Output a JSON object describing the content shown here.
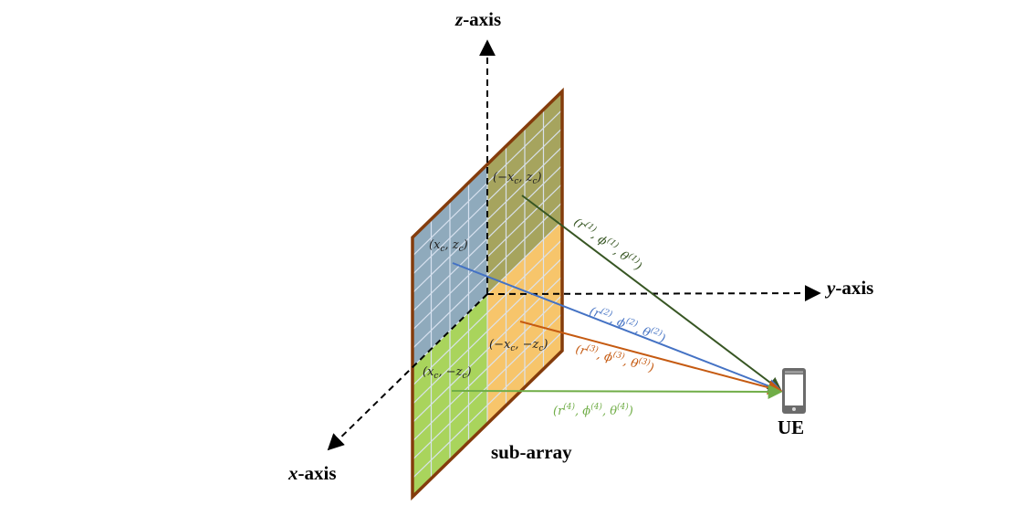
{
  "axes": {
    "z_var": "z",
    "z_suffix": "-axis",
    "y_var": "y",
    "y_suffix": "-axis",
    "x_var": "x",
    "x_suffix": "-axis"
  },
  "subarray_label": "sub-array",
  "ue_label": "UE",
  "subarrays": [
    {
      "id": 1,
      "center": "(−x_c, z_c)",
      "params": "(r^(1), ϕ^(1), θ^(1))",
      "link_color": "#375623",
      "tile_color": "#a6a45e"
    },
    {
      "id": 2,
      "center": "(x_c, z_c)",
      "params": "(r^(2), ϕ^(2), θ^(2))",
      "link_color": "#4472c4",
      "tile_color": "#8faabc"
    },
    {
      "id": 3,
      "center": "(−x_c, −z_c)",
      "params": "(r^(3), ϕ^(3), θ^(3))",
      "link_color": "#c55a11",
      "tile_color": "#f7c56b"
    },
    {
      "id": 4,
      "center": "(x_c, −z_c)",
      "params": "(r^(4), ϕ^(4), θ^(4))",
      "link_color": "#70ad47",
      "tile_color": "#a9d45c"
    }
  ],
  "colors": {
    "frame": "#843c0c",
    "grid": "#c9d6e8",
    "axis": "#000000"
  }
}
